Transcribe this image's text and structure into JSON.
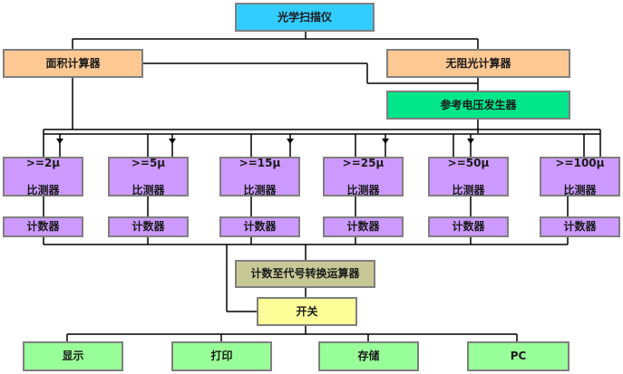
{
  "diagram": {
    "scanner": "光学扫描仪",
    "area_calc": "面积计算器",
    "shading_calc": "无阻光计算器",
    "ref_voltage": "参考电压发生器",
    "comparators": [
      {
        "line1": ">=2μ",
        "line2": "比测器"
      },
      {
        "line1": ">=5μ",
        "line2": "比测器"
      },
      {
        "line1": ">=15μ",
        "line2": "比测器"
      },
      {
        "line1": ">=25μ",
        "line2": "比测器"
      },
      {
        "line1": ">=50μ",
        "line2": "比测器"
      },
      {
        "line1": ">=100μ",
        "line2": "比测器"
      }
    ],
    "counters": [
      "计数器",
      "计数器",
      "计数器",
      "计数器",
      "计数器",
      "计数器"
    ],
    "converter": "计数至代号转换运算器",
    "switch": "开关",
    "outputs": [
      "显示",
      "打印",
      "存储",
      "PC"
    ]
  },
  "colors": {
    "scanner": "#33ccff",
    "calculator": "#fdc892",
    "reference": "#00e68a",
    "comparator": "#cc99ff",
    "counter": "#cc99ff",
    "converter": "#c8c896",
    "switch": "#ffff99",
    "output": "#99ff99",
    "border": "#7f7f7f",
    "wire": "#000000"
  }
}
